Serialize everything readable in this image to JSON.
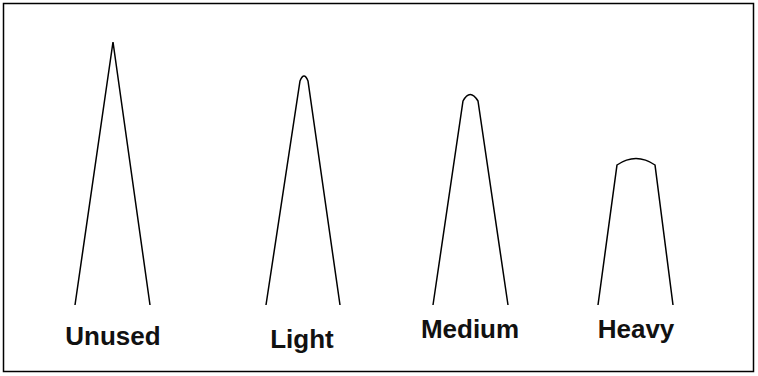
{
  "diagram": {
    "labels": [
      "Unused",
      "Light",
      "Medium",
      "Heavy"
    ]
  }
}
